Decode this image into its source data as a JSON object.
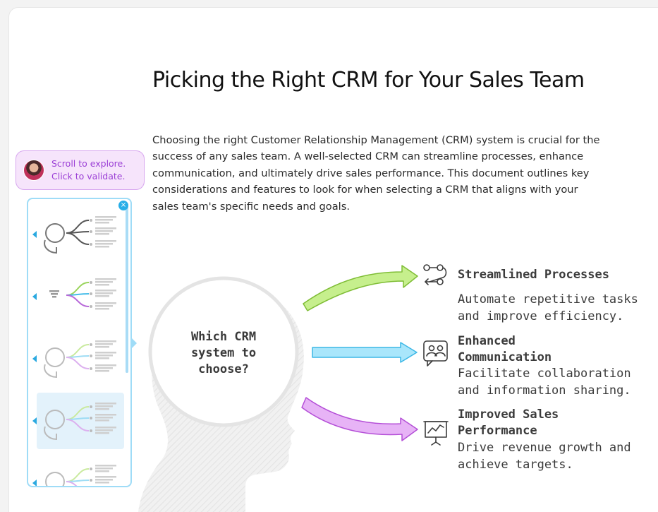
{
  "page": {
    "title": "Picking the Right CRM for Your Sales Team",
    "intro": "Choosing the right Customer Relationship Management (CRM) system is crucial for the success of any sales team. A well-selected CRM can streamline processes, enhance communication, and ultimately drive sales performance. This document outlines key considerations and features to look for when selecting a CRM that aligns with your sales team's specific needs and goals."
  },
  "tooltip": {
    "line1": "Scroll to explore.",
    "line2": "Click to validate."
  },
  "sidebar": {
    "close_glyph": "×",
    "thumbnail_count": 5,
    "selected_index": 3
  },
  "diagram": {
    "center_label": [
      "Which CRM",
      "system to",
      "choose?"
    ],
    "items": [
      {
        "title": [
          "Streamlined Processes"
        ],
        "description": [
          "Automate repetitive tasks",
          "and improve efficiency."
        ],
        "icon": "workflow-icon",
        "arrow_color": "#8fcf45"
      },
      {
        "title": [
          "Enhanced",
          "Communication"
        ],
        "description": [
          "Facilitate collaboration",
          "and information sharing."
        ],
        "icon": "people-chat-icon",
        "arrow_color": "#4ec6ee"
      },
      {
        "title": [
          "Improved Sales",
          "Performance"
        ],
        "description": [
          "Drive revenue growth and",
          "achieve targets."
        ],
        "icon": "presentation-chart-icon",
        "arrow_color": "#c46ee0"
      }
    ]
  },
  "colors": {
    "tooltip_bg": "#f6e4fb",
    "tooltip_text": "#9b3fd6",
    "sidebar_border": "#9fdcf7",
    "head_fill": "#efefef"
  }
}
